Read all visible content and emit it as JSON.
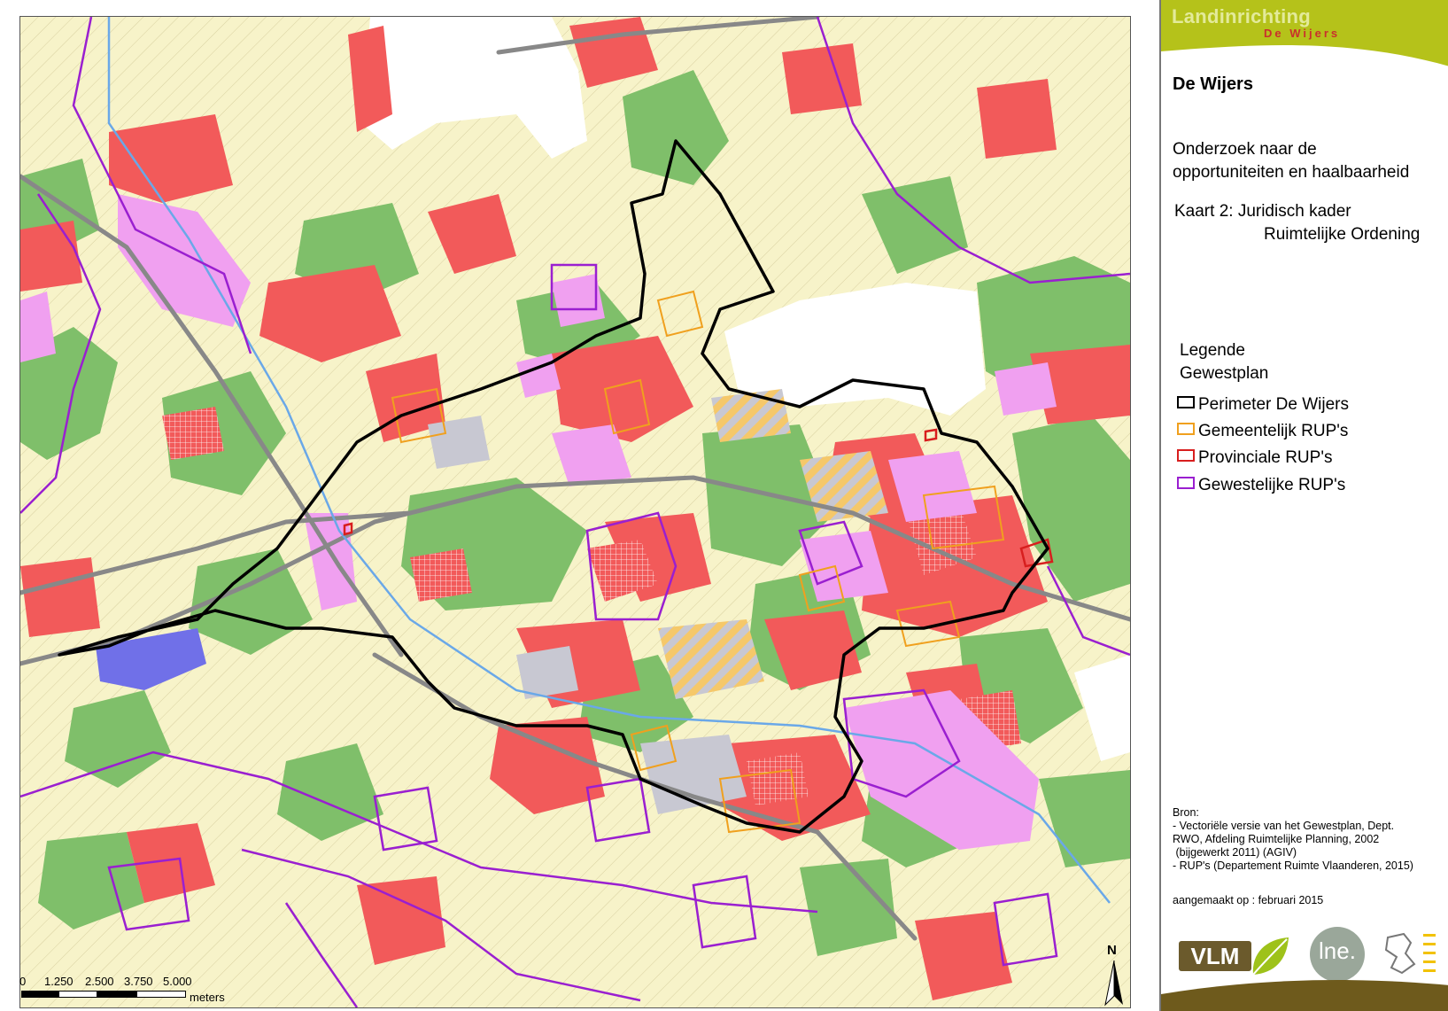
{
  "header": {
    "title": "Landinrichting",
    "subtitle": "De Wijers"
  },
  "panel": {
    "name": "De Wijers",
    "description_line1": "Onderzoek naar de",
    "description_line2": "opportuniteiten en haalbaarheid",
    "map_title_line1": "Kaart 2: Juridisch kader",
    "map_title_line2": "Ruimtelijke Ordening"
  },
  "legend": {
    "title": "Legende",
    "subtitle": "Gewestplan",
    "items": [
      {
        "label": "Perimeter De Wijers",
        "color": "#000000"
      },
      {
        "label": "Gemeentelijk RUP's",
        "color": "#f0a01e"
      },
      {
        "label": "Provinciale RUP's",
        "color": "#d81e1e"
      },
      {
        "label": "Gewestelijke RUP's",
        "color": "#9a1fd0"
      }
    ]
  },
  "source": {
    "label": "Bron:",
    "lines": [
      "- Vectoriële versie van het Gewestplan, Dept.",
      "RWO, Afdeling Ruimtelijke Planning, 2002",
      " (bijgewerkt 2011) (AGIV)",
      "- RUP's (Departement Ruimte Vlaanderen, 2015)"
    ]
  },
  "created": "aangemaakt op : februari 2015",
  "scalebar": {
    "ticks": [
      "0",
      "1.250",
      "2.500",
      "3.750",
      "5.000"
    ],
    "units": "meters"
  },
  "north": "N",
  "logos": {
    "vlm": "VLM",
    "lne": "lne."
  },
  "colors": {
    "agriculture": "#f7f3c9",
    "forest": "#7fbf6a",
    "residential": "#f25a5a",
    "industry": "#f0a0f0",
    "recreation": "#c8c8d2",
    "water": "#7070e8",
    "panel_accent": "#b5c21a",
    "panel_footer": "#6e5a1c"
  }
}
